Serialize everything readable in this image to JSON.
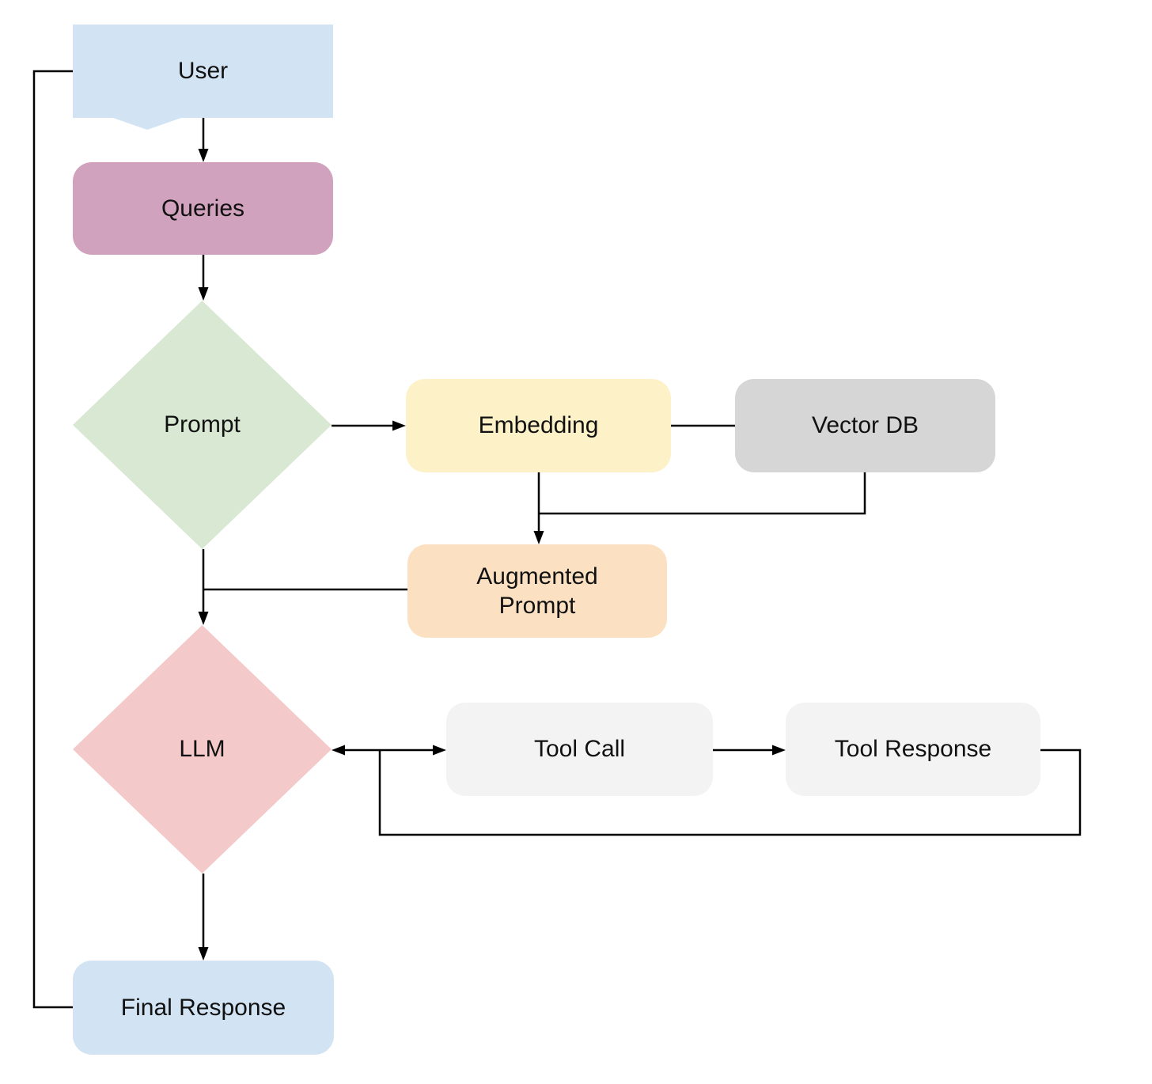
{
  "canvas": {
    "background": "#ffffff",
    "line_color": "#000000",
    "text_color": "#111111"
  },
  "nodes": {
    "user": {
      "label": "User",
      "shape": "rect-with-bottom-tail",
      "fill": "#d2e3f3"
    },
    "queries": {
      "label": "Queries",
      "shape": "rounded-rect",
      "fill": "#d0a2bd"
    },
    "prompt": {
      "label": "Prompt",
      "shape": "diamond",
      "fill": "#d8e8d2"
    },
    "embedding": {
      "label": "Embedding",
      "shape": "rounded-rect",
      "fill": "#fdf1c7"
    },
    "vector_db": {
      "label": "Vector DB",
      "shape": "rounded-rect",
      "fill": "#d6d6d6"
    },
    "augmented_prompt": {
      "label": "Augmented Prompt",
      "shape": "rounded-rect",
      "fill": "#fbe1c2"
    },
    "llm": {
      "label": "LLM",
      "shape": "diamond",
      "fill": "#f4c9c9"
    },
    "tool_call": {
      "label": "Tool Call",
      "shape": "rounded-rect",
      "fill": "#f3f3f3"
    },
    "tool_response": {
      "label": "Tool Response",
      "shape": "rounded-rect",
      "fill": "#f3f3f3"
    },
    "final_response": {
      "label": "Final Response",
      "shape": "rounded-rect",
      "fill": "#d2e3f3"
    }
  },
  "edges": [
    {
      "from": "user",
      "to": "queries",
      "arrow": "forward"
    },
    {
      "from": "queries",
      "to": "prompt",
      "arrow": "forward"
    },
    {
      "from": "prompt",
      "to": "embedding",
      "arrow": "forward"
    },
    {
      "from": "embedding",
      "to": "vector_db",
      "arrow": "none"
    },
    {
      "from": "vector_db",
      "to": "augmented_prompt",
      "arrow": "none"
    },
    {
      "from": "embedding",
      "to": "augmented_prompt",
      "arrow": "forward"
    },
    {
      "from": "prompt",
      "to": "llm",
      "arrow": "forward"
    },
    {
      "from": "augmented_prompt",
      "to": "llm",
      "arrow": "none"
    },
    {
      "from": "llm",
      "to": "tool_call",
      "arrow": "both"
    },
    {
      "from": "tool_call",
      "to": "tool_response",
      "arrow": "forward"
    },
    {
      "from": "tool_response",
      "to": "llm",
      "arrow": "none"
    },
    {
      "from": "llm",
      "to": "final_response",
      "arrow": "forward"
    },
    {
      "from": "final_response",
      "to": "user",
      "arrow": "none"
    }
  ]
}
